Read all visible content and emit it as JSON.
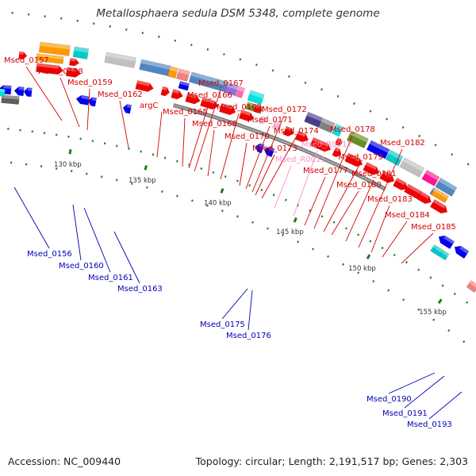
{
  "title": "Metallosphaera sedula DSM 5348, complete genome",
  "accession": "Accession: NC_009440",
  "topology": "Topology: circular; Length: 2,191,517 bp; Genes: 2,303",
  "colors": {
    "forward_label": "#d40000",
    "reverse_label": "#0000b8",
    "rna_label": "#ff8cc8",
    "cds_forward": "#f00000",
    "cds_reverse": "#0000ee",
    "rna_feature": "#ffb3d9",
    "backbone": "#808080",
    "ticks": "#1f7a1f"
  },
  "scale_ticks": [
    "130 kbp",
    "135 kbp",
    "140 kbp",
    "145 kbp",
    "150 kbp",
    "155 kbp"
  ],
  "labels": {
    "forward": [
      "Msed_0157",
      "Msed_0158",
      "Msed_0159",
      "Msed_0162",
      "argC",
      "Msed_0165",
      "Msed_0166",
      "Msed_0167",
      "Msed_0168",
      "Msed_0169",
      "Msed_0170",
      "Msed_0171",
      "Msed_0172",
      "Msed_0173",
      "Msed_0174",
      "Msed_0177",
      "Msed_0178",
      "Msed_0179",
      "Msed_0180",
      "Msed_0181",
      "Msed_0182",
      "Msed_0183",
      "Msed_0184",
      "Msed_0185"
    ],
    "rna": [
      "Msed_R0012",
      "Msed_R0011"
    ],
    "reverse": [
      "Msed_0156",
      "Msed_0160",
      "Msed_0161",
      "Msed_0163",
      "Msed_0175",
      "Msed_0176",
      "Msed_0190",
      "Msed_0191",
      "Msed_0193"
    ]
  }
}
